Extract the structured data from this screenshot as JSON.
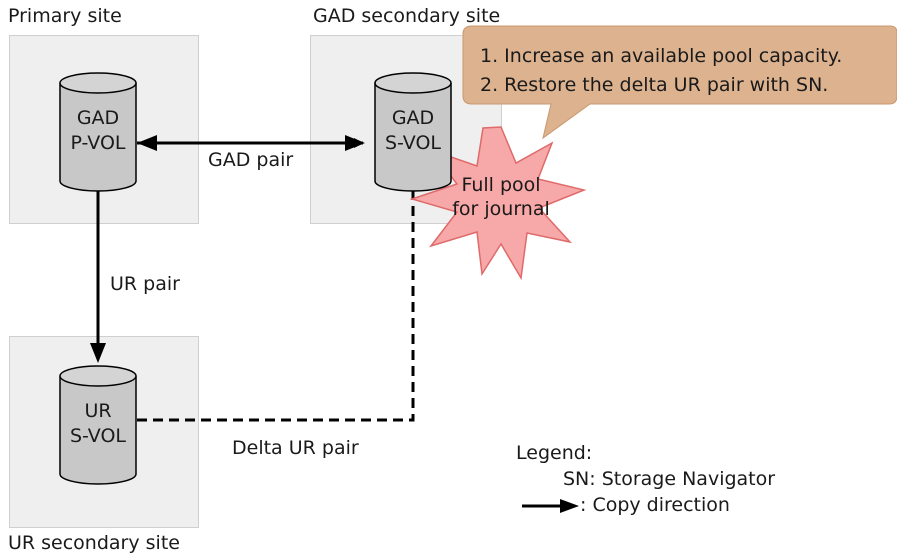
{
  "sites": {
    "primary": "Primary site",
    "gad_secondary": "GAD secondary site",
    "ur_secondary": "UR secondary site"
  },
  "volumes": {
    "gad_pvol": {
      "line1": "GAD",
      "line2": "P-VOL"
    },
    "gad_svol": {
      "line1": "GAD",
      "line2": "S-VOL"
    },
    "ur_svol": {
      "line1": "UR",
      "line2": "S-VOL"
    }
  },
  "pairs": {
    "gad_pair": "GAD pair",
    "ur_pair": "UR pair",
    "delta_ur_pair": "Delta UR pair"
  },
  "callout": {
    "step1": "1. Increase an available pool capacity.",
    "step2": "2. Restore the delta UR pair with SN."
  },
  "alert": {
    "line1": "Full pool",
    "line2": "for journal"
  },
  "legend": {
    "title": "Legend:",
    "sn": "SN: Storage Navigator",
    "arrow": ": Copy direction"
  },
  "colors": {
    "site_fill": "#efefef",
    "cylinder_fill": "#c8c8c8",
    "callout_fill": "#dcb28f",
    "burst_fill": "#f7a8a8",
    "burst_stroke": "#e06a6a"
  }
}
